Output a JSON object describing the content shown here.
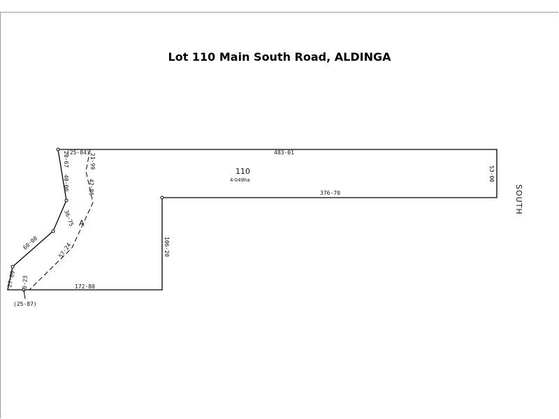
{
  "title": "Lot 110 Main South Road, ALDINGA",
  "lot": {
    "number": "110",
    "area": "4·049ha"
  },
  "easement_label": "A",
  "road_label": "SOUTH",
  "dimensions": {
    "north": "483·01",
    "east": "53·00",
    "inner_south": "376·70",
    "inner_west": "106·20",
    "south": "172·80",
    "west_top": "20·67",
    "bracket_top": "(25·84)",
    "west_upper": "40·00",
    "west_mid": "36·75",
    "west_diag": "60·00",
    "west_low": "27·09",
    "west_short": "3·23",
    "bracket_bottom": "(25·87)",
    "dashed_top": "21·99",
    "dashed_mid": "42·86",
    "dashed_low": "57·24"
  }
}
